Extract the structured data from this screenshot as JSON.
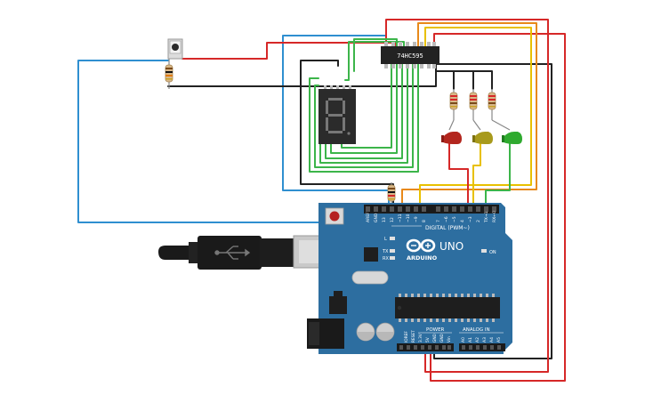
{
  "canvas": {
    "background": "#ffffff"
  },
  "colors": {
    "wire_red": "#d62828",
    "wire_black": "#222222",
    "wire_blue": "#2f8fd0",
    "wire_green": "#3cb54a",
    "wire_yellow": "#e8c000",
    "wire_orange": "#e8891a",
    "arduino_board": "#2d6ea0",
    "chip": "#222222",
    "led_red": "#b3261e",
    "led_yellow": "#a89a1c",
    "led_green": "#2faa2f",
    "usb_plug": "#1a1a1a"
  },
  "shift_register": {
    "label": "74HC595"
  },
  "seven_segment": {
    "digit_shown": "8"
  },
  "arduino": {
    "logo_text": "ARDUINO",
    "model_text": "UNO",
    "digital_label": "DIGITAL (PWM~)",
    "power_label": "POWER",
    "analog_label": "ANALOG IN",
    "on_label": "ON",
    "tx_label": "TX",
    "rx_label": "RX",
    "l_label": "L",
    "top_pins": [
      "AREF",
      "GND",
      "13",
      "12",
      "~11",
      "~10",
      "~9",
      "8",
      "7",
      "~6",
      "~5",
      "4",
      "~3",
      "2",
      "TX→1",
      "RX←0"
    ],
    "power_pins": [
      "IOREF",
      "RESET",
      "3.3V",
      "5V",
      "GND",
      "GND",
      "Vin"
    ],
    "analog_pins": [
      "A0",
      "A1",
      "A2",
      "A3",
      "A4",
      "A5"
    ]
  },
  "leds": [
    {
      "name": "red",
      "color": "#b3261e"
    },
    {
      "name": "yellow",
      "color": "#a89a1c"
    },
    {
      "name": "green",
      "color": "#2faa2f"
    }
  ]
}
